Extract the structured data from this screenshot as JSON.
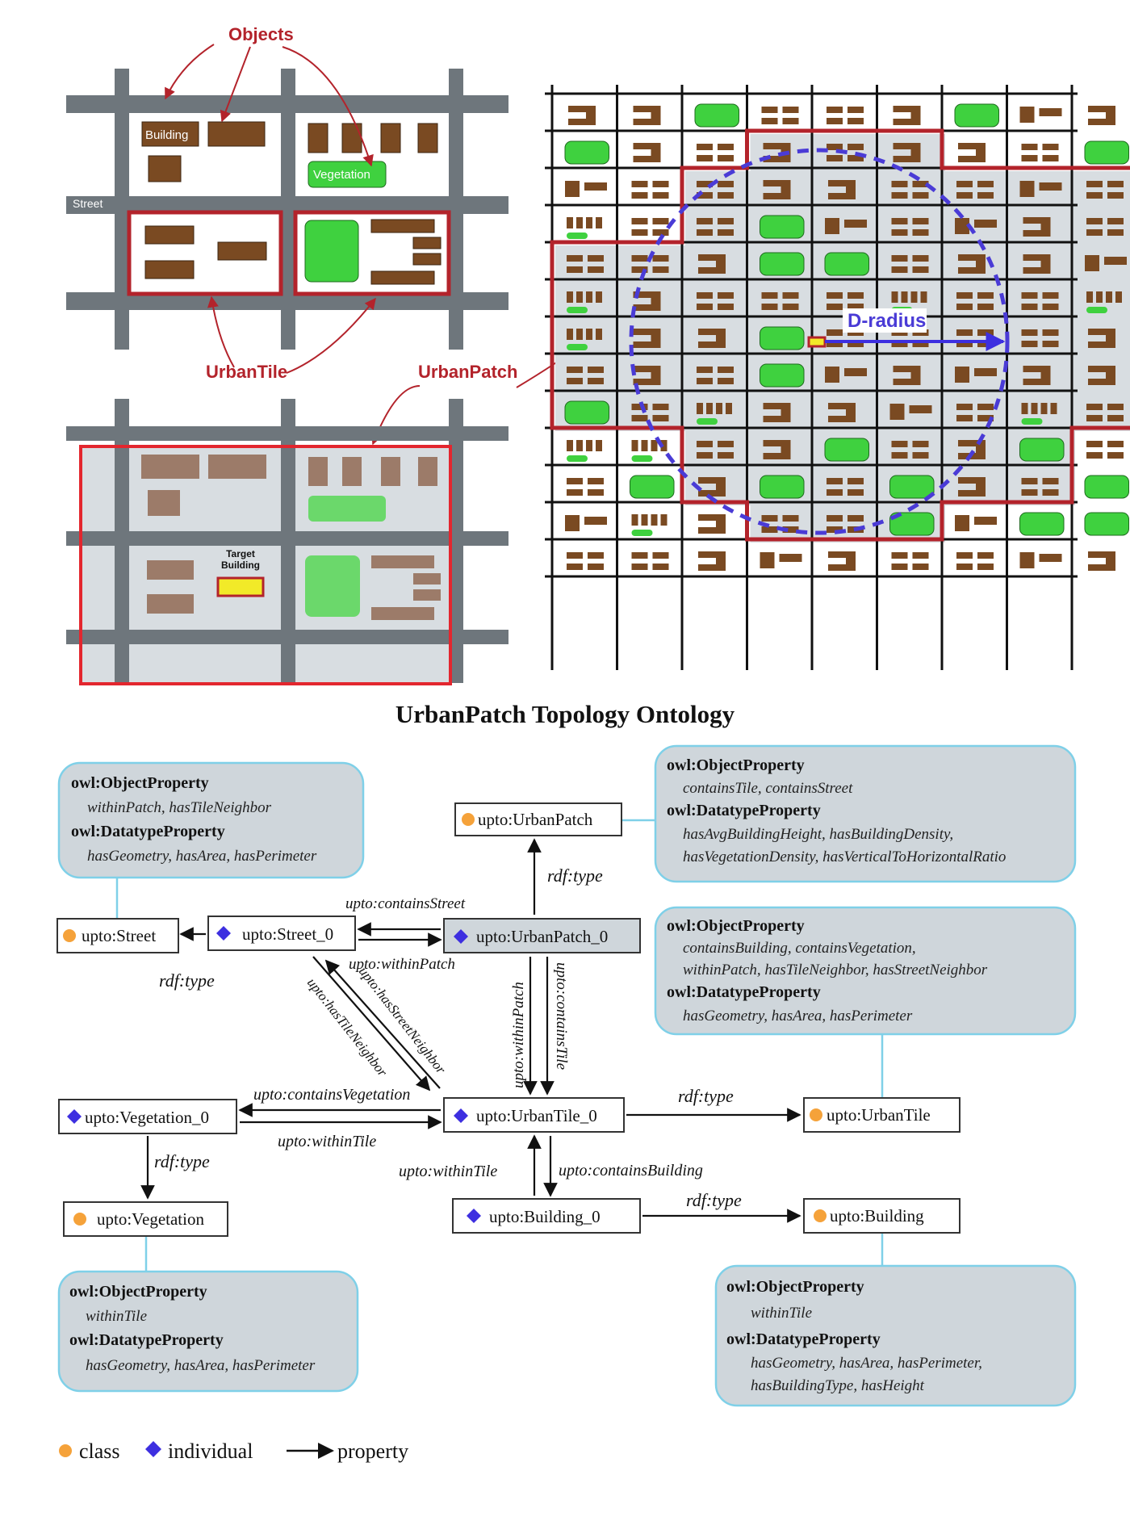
{
  "illustration": {
    "objects_label": "Objects",
    "building_label": "Building",
    "vegetation_label": "Vegetation",
    "street_label": "Street",
    "urbantile_label": "UrbanTile",
    "urbanpatch_label": "UrbanPatch",
    "target_building_label": "Target Building",
    "dradius_label": "D-radius"
  },
  "ontology": {
    "title": "UrbanPatch Topology Ontology",
    "nodes": {
      "urbanpatch_class": "upto:UrbanPatch",
      "urbanpatch_ind": "upto:UrbanPatch_0",
      "street_class": "upto:Street",
      "street_ind": "upto:Street_0",
      "urbantile_ind": "upto:UrbanTile_0",
      "urbantile_class": "upto:UrbanTile",
      "vegetation_ind": "upto:Vegetation_0",
      "vegetation_class": "upto:Vegetation",
      "building_ind": "upto:Building_0",
      "building_class": "upto:Building"
    },
    "edges": {
      "contains_street": "upto:containsStreet",
      "within_patch_1": "upto:withinPatch",
      "rdf_type_patch": "rdf:type",
      "rdf_type_street": "rdf:type",
      "has_street_neighbor": "upto:hasStreetNeighbor",
      "has_tile_neighbor": "upto:hasTileNeighbor",
      "within_patch_2": "upto:withinPatch",
      "contains_tile": "upto:containsTile",
      "contains_vegetation": "upto:containsVegetation",
      "within_tile_veg": "upto:withinTile",
      "rdf_type_tile": "rdf:type",
      "rdf_type_veg": "rdf:type",
      "within_tile_bld": "upto:withinTile",
      "contains_building": "upto:containsBuilding",
      "rdf_type_bld": "rdf:type"
    },
    "annotations": {
      "street": {
        "obj_head": "owl:ObjectProperty",
        "obj_lines": [
          "withinPatch, hasTileNeighbor"
        ],
        "dt_head": "owl:DatatypeProperty",
        "dt_lines": [
          "hasGeometry,  hasArea, hasPerimeter"
        ]
      },
      "patch": {
        "obj_head": "owl:ObjectProperty",
        "obj_lines": [
          "containsTile, containsStreet"
        ],
        "dt_head": "owl:DatatypeProperty",
        "dt_lines": [
          "hasAvgBuildingHeight, hasBuildingDensity,",
          "hasVegetationDensity, hasVerticalToHorizontalRatio"
        ]
      },
      "tile": {
        "obj_head": "owl:ObjectProperty",
        "obj_lines": [
          "containsBuilding, containsVegetation,",
          "withinPatch, hasTileNeighbor, hasStreetNeighbor"
        ],
        "dt_head": "owl:DatatypeProperty",
        "dt_lines": [
          "hasGeometry, hasArea, hasPerimeter"
        ]
      },
      "vegetation": {
        "obj_head": "owl:ObjectProperty",
        "obj_lines": [
          "withinTile"
        ],
        "dt_head": "owl:DatatypeProperty",
        "dt_lines": [
          "hasGeometry, hasArea, hasPerimeter"
        ]
      },
      "building": {
        "obj_head": "owl:ObjectProperty",
        "obj_lines": [
          "withinTile"
        ],
        "dt_head": "owl:DatatypeProperty",
        "dt_lines": [
          "hasGeometry, hasArea, hasPerimeter,",
          "hasBuildingType, hasHeight"
        ]
      }
    },
    "legend": {
      "class_label": "class",
      "individual_label": "individual",
      "property_label": "property"
    }
  },
  "colors": {
    "street": "#6e767c",
    "building": "#7a4a22",
    "vegetation": "#3fd13f",
    "tile_border": "#b3232b",
    "patch_fill": "#d8dde1",
    "dashed_radius": "#4a3bd6",
    "annotation_fill": "#cfd6db",
    "annotation_border": "#7fd0e8",
    "class_marker": "#f5a23a",
    "individual_marker": "#3d2fe0"
  }
}
